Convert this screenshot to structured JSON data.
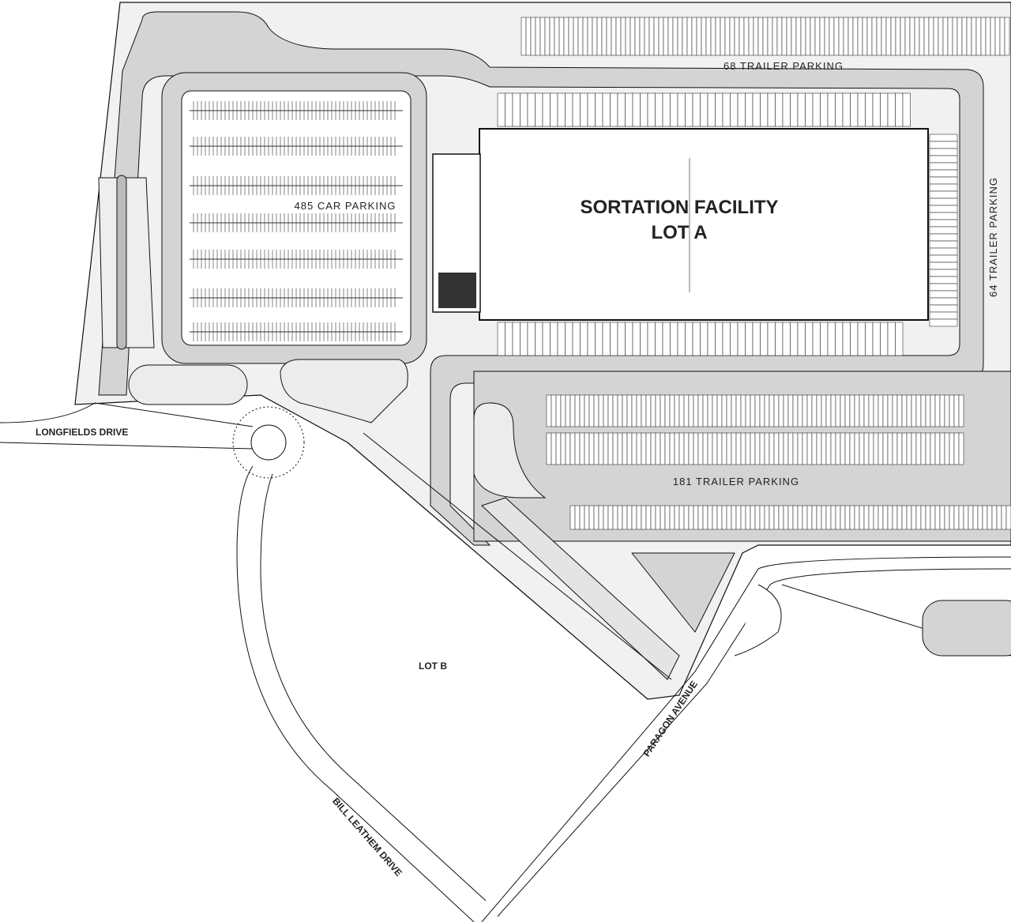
{
  "building": {
    "title_line1": "SORTATION FACILITY",
    "title_line2": "LOT A"
  },
  "parking": {
    "top_trailer": "68 TRAILER PARKING",
    "right_trailer": "64 TRAILER PARKING",
    "bottom_trailer": "181 TRAILER PARKING",
    "car": "485 CAR PARKING"
  },
  "lots": {
    "lot_b": "LOT B"
  },
  "roads": {
    "longfields": "LONGFIELDS DRIVE",
    "bill_leathem": "BILL LEATHEM DRIVE",
    "paragon": "PARAGON AVENUE"
  },
  "colors": {
    "pavement": "#d4d4d4",
    "line": "#111111",
    "landscape": "#ececec"
  }
}
